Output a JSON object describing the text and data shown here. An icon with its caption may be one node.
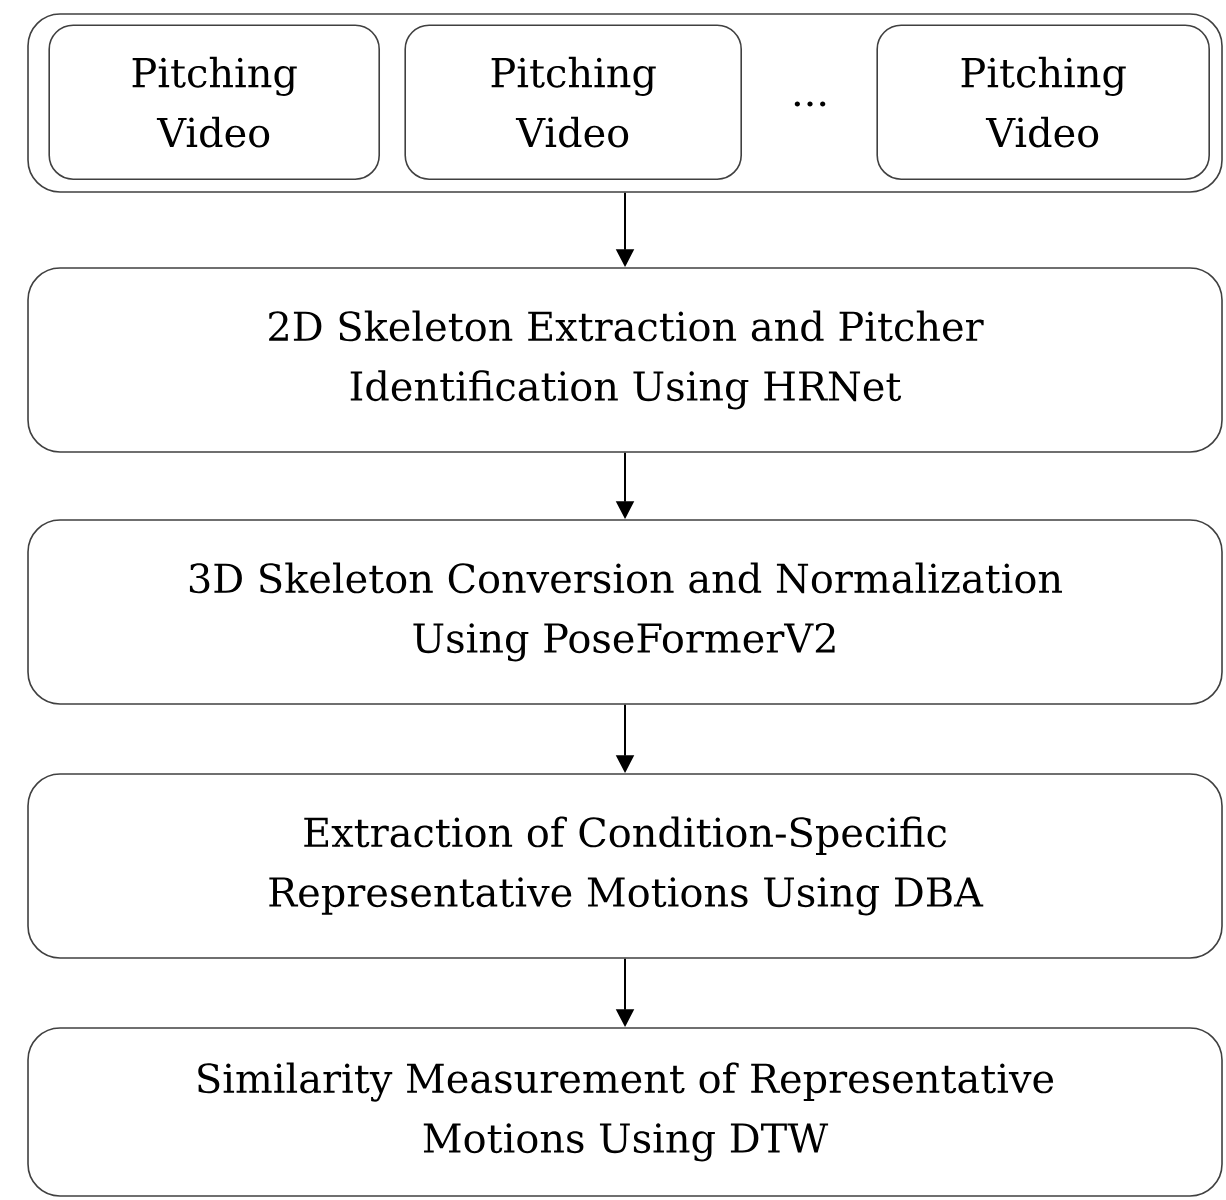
{
  "diagram": {
    "nodes": [
      {
        "text": [],
        "shape": "box"
      },
      {
        "text": [
          "Pitching Video"
        ],
        "in": 0
      },
      {
        "text": [
          "Pitching Video"
        ],
        "in": 0
      },
      {
        "text": [
          "Pitching Video"
        ],
        "in": 0
      },
      {
        "text": [
          "2D Skeleton Extraction and Pitcher Identification Using HRNet"
        ]
      },
      {
        "text": [
          "3D Skeleton Conversion and Normalization Using PoseFormerV2"
        ]
      },
      {
        "text": [
          "Extraction of Condition-Specific Representative Motions Using DBA"
        ]
      },
      {
        "text": [
          "Similarity Measurement of Representative Motions Using DTW"
        ]
      }
    ],
    "edges": [
      {
        "from": 0,
        "to": 4,
        "arrow": "to"
      },
      {
        "from": 4,
        "to": 5,
        "arrow": "to"
      },
      {
        "from": 5,
        "to": 6,
        "arrow": "to"
      },
      {
        "from": 6,
        "to": 7,
        "arrow": "to"
      }
    ],
    "labels": [
      "..."
    ]
  }
}
